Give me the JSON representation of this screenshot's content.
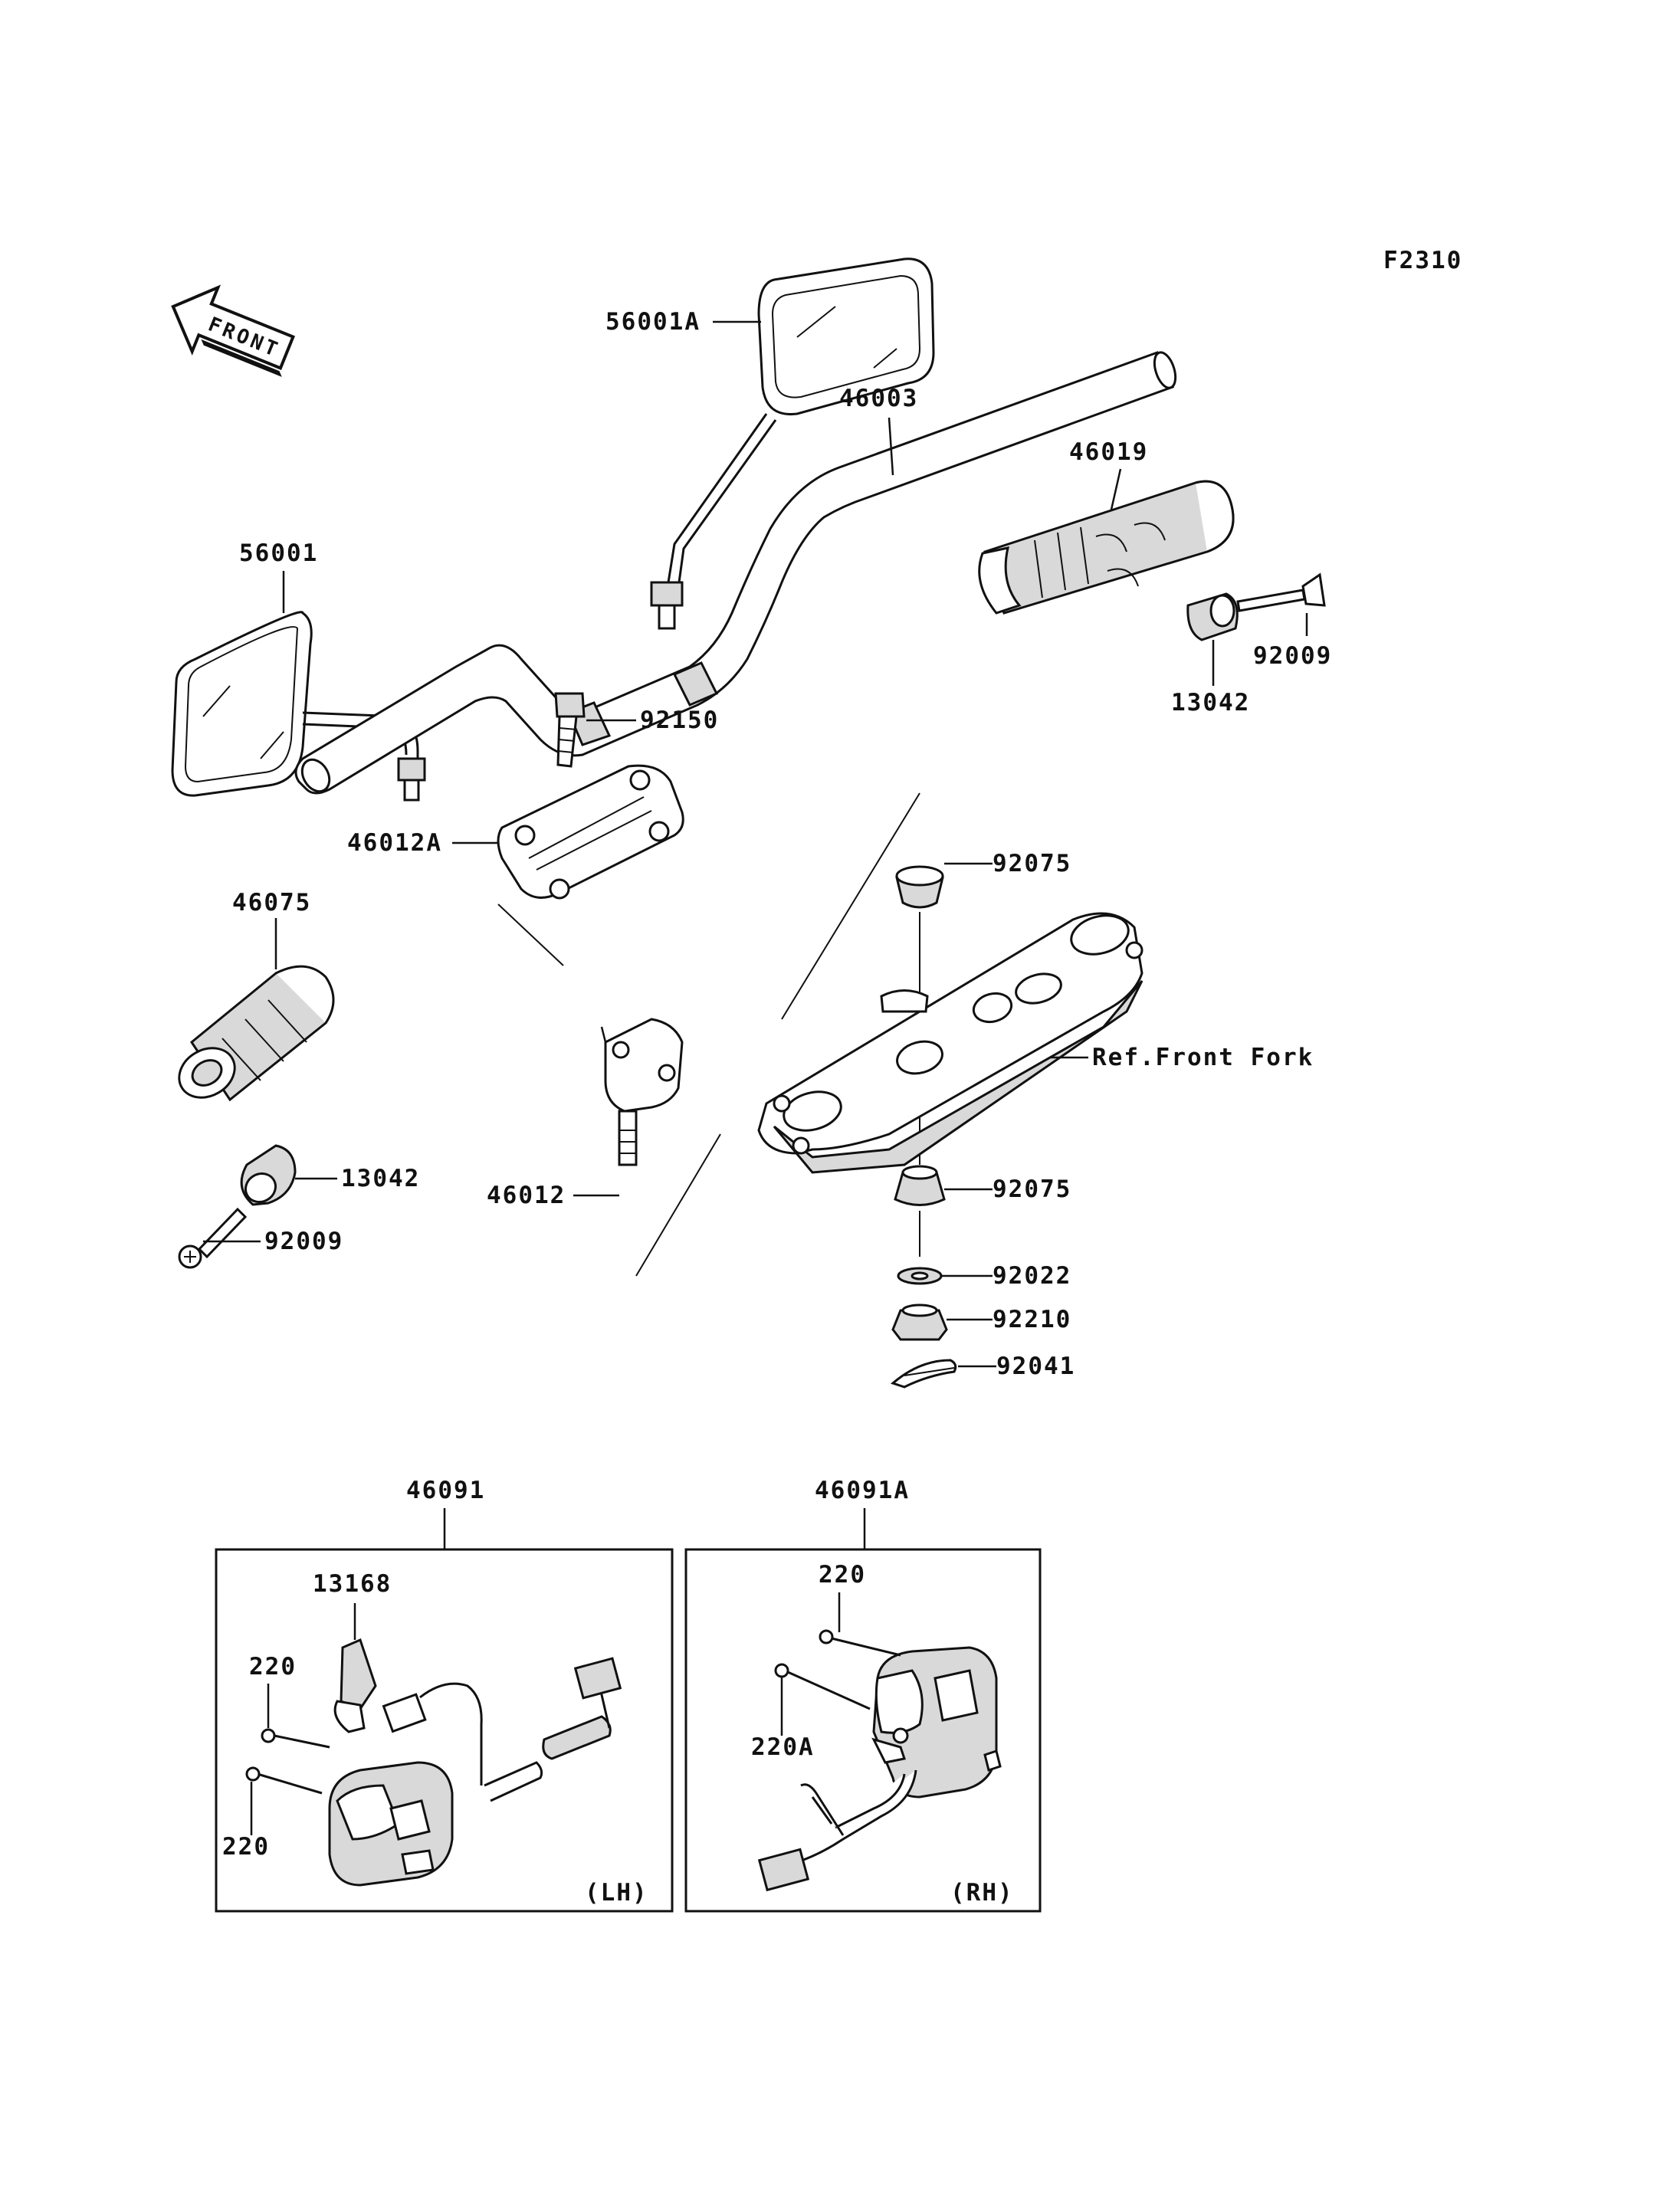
{
  "figure_code": "F2310",
  "front_label": "FRONT",
  "ref_label": "Ref.Front Fork",
  "callouts": {
    "mirror_right": "56001A",
    "mirror_left": "56001",
    "grip_right": "46019",
    "bolt_right": "92009",
    "weight_right": "13042",
    "handlebar": "46003",
    "bolt_clamp": "92150",
    "clamp_upper": "46012A",
    "grip_left": "46075",
    "weight_left": "13042",
    "bolt_left": "92009",
    "holder": "46012",
    "damper_upper": "92075",
    "damper_lower": "92075",
    "washer": "92022",
    "nut": "92210",
    "cotter_pin": "92041"
  },
  "switch_lh": {
    "part": "46091",
    "side": "(LH)",
    "cover": "13168",
    "screw_a": "220",
    "screw_b": "220"
  },
  "switch_rh": {
    "part": "46091A",
    "side": "(RH)",
    "screw": "220",
    "screw_long": "220A"
  },
  "colors": {
    "ink": "#111111",
    "paper": "#ffffff",
    "shade": "#d9d9d9"
  }
}
